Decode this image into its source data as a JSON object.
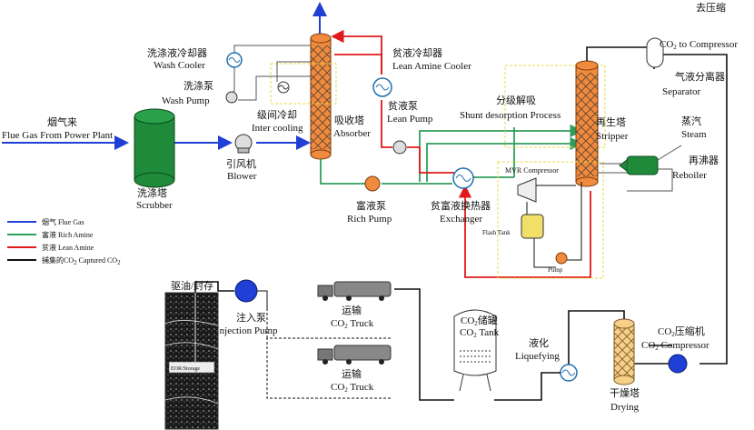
{
  "labels": {
    "flue_gas_cn": "烟气来",
    "flue_gas_en": "Flue Gas From Power Plant",
    "scrubber_cn": "洗涤塔",
    "scrubber_en": "Scrubber",
    "wash_cooler_cn": "洗涤液冷却器",
    "wash_cooler_en": "Wash Cooler",
    "wash_pump_cn": "洗涤泵",
    "wash_pump_en": "Wash Pump",
    "inter_cooling_cn": "级间冷却",
    "inter_cooling_en": "Inter cooling",
    "blower_cn": "引风机",
    "blower_en": "Blower",
    "absorber_cn": "吸收塔",
    "absorber_en": "Absorber",
    "lean_cooler_cn": "贫液冷却器",
    "lean_cooler_en": "Lean Amine Cooler",
    "lean_pump_cn": "贫液泵",
    "lean_pump_en": "Lean Pump",
    "shunt_cn": "分级解吸",
    "shunt_en": "Shunt desorption Process",
    "stripper_cn": "再生塔",
    "stripper_en": "Stripper",
    "to_compressor_cn": "去压缩",
    "to_compressor_en": "CO",
    "to_compressor_en_sub": "2",
    "to_compressor_en_tail": " to Compressor",
    "separator_cn": "气液分离器",
    "separator_en": "Separator",
    "steam_cn": "蒸汽",
    "steam_en": "Steam",
    "reboiler_cn": "再沸器",
    "reboiler_en": "Reboiler",
    "mvr": "MVR Compressor",
    "flash_tank": "Flash Tank",
    "pump": "Pump",
    "rich_pump_cn": "富液泵",
    "rich_pump_en": "Rich Pump",
    "exchanger_cn": "贫富液换热器",
    "exchanger_en": "Exchanger",
    "eor_cn": "驱油/封存",
    "eor_en": "EOR/Storage",
    "injection_pump_cn": "注入泵",
    "injection_pump_en": "Injection Pump",
    "truck1_cn": "运输",
    "truck1_en": "CO",
    "truck1_sub": "2",
    "truck1_tail": " Truck",
    "truck2_cn": "运输",
    "truck2_en": "CO",
    "truck2_sub": "2",
    "truck2_tail": " Truck",
    "tank_cn_pre": "CO",
    "tank_cn_sub": "2",
    "tank_cn_tail": "储罐",
    "tank_en_pre": "CO",
    "tank_en_sub": "2",
    "tank_en_tail": " Tank",
    "liquefying_cn": "液化",
    "liquefying_en": "Liquefying",
    "drying_cn": "干燥塔",
    "drying_en": "Drying",
    "co2_comp_cn_pre": "CO",
    "co2_comp_cn_sub": "2",
    "co2_comp_cn_tail": "压缩机",
    "co2_comp_en_pre": "CO",
    "co2_comp_en_sub": "2",
    "co2_comp_en_tail": " Compressor"
  },
  "legend": [
    {
      "label": "烟气 Flue Gas",
      "color": "#1f3fd6"
    },
    {
      "label": "富液 Rich Amine",
      "color": "#2e9e5b"
    },
    {
      "label": "贫液 Lean Amine",
      "color": "#e0191b"
    },
    {
      "label_pre": "捕集的CO",
      "label_sub": "2",
      "label_mid": " Captured CO",
      "label_sub2": "2",
      "color": "#111111"
    }
  ],
  "colors": {
    "flue": "#1f3fd6",
    "rich": "#2e9e5b",
    "lean": "#e0191b",
    "co2": "#111111",
    "column": "#f08a3c",
    "scrubber": "#1e8a3a",
    "box": "#f1df6a"
  }
}
